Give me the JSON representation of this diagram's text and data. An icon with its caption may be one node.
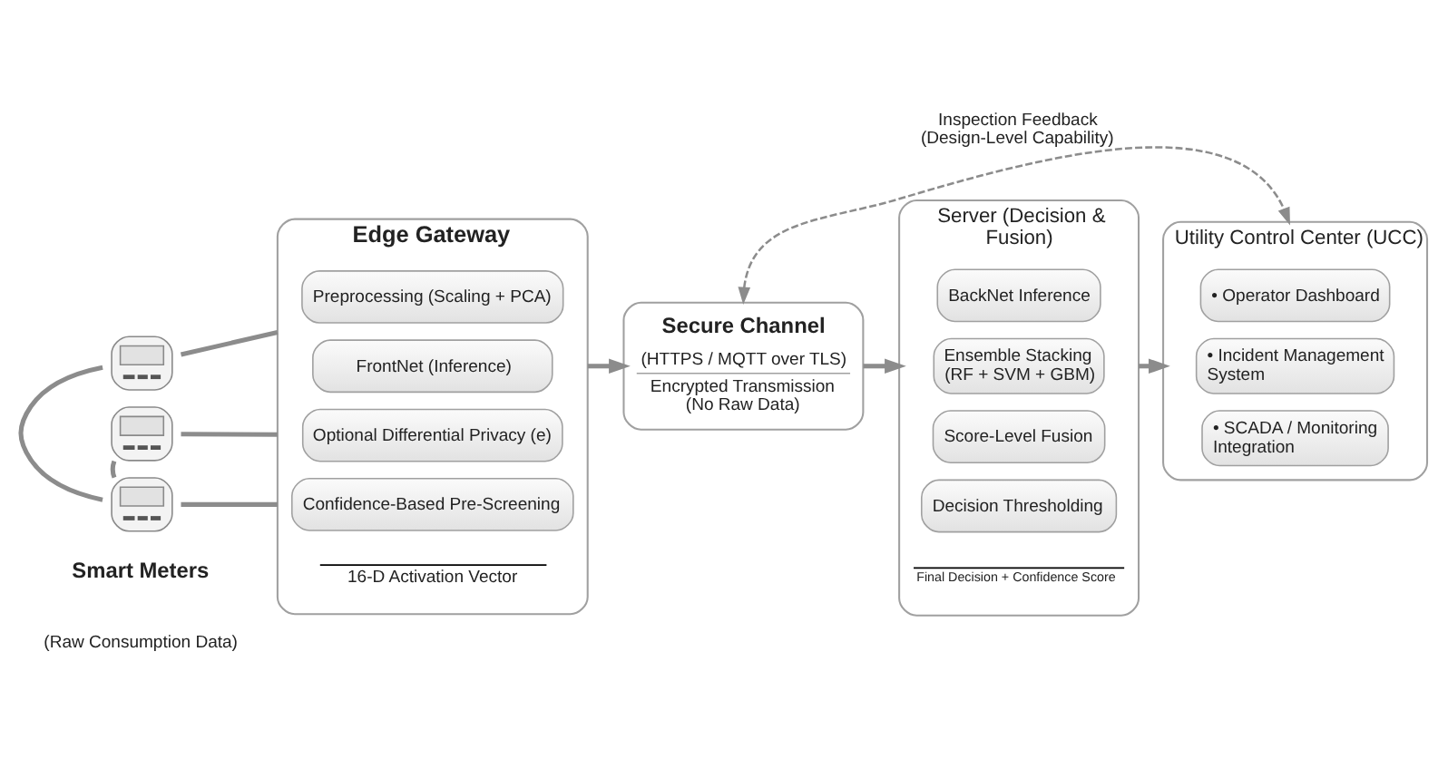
{
  "diagram": {
    "nodes": [
      {
        "text": [],
        "shape": "picture"
      },
      {
        "text": [],
        "shape": "picture"
      },
      {
        "text": [],
        "shape": "picture"
      },
      {
        "text": [
          "Edge Gateway",
          "16-D Activation Vector"
        ]
      },
      {
        "text": [
          "Preprocessing (Scaling + PCA)"
        ],
        "in": 3
      },
      {
        "text": [
          "FrontNet (Inference)"
        ],
        "in": 3
      },
      {
        "text": [
          "Optional Differential Privacy (e)"
        ],
        "in": 3
      },
      {
        "text": [
          "Confidence-Based Pre-Screening"
        ],
        "in": 3
      },
      {
        "text": [
          "Secure Channel",
          "(HTTPS / MQTT over TLS)",
          "Encrypted Transmission (No Raw Data)"
        ]
      },
      {
        "text": [
          "Server (Decision & Fusion)",
          "Final Decision + Confidence Score"
        ]
      },
      {
        "text": [
          "BackNet Inference"
        ],
        "in": 9
      },
      {
        "text": [
          "Ensemble Stacking (RF + SVM + GBM)"
        ],
        "in": 9
      },
      {
        "text": [
          "Score-Level Fusion"
        ],
        "in": 9
      },
      {
        "text": [
          "Decision Thresholding"
        ],
        "in": 9
      },
      {
        "text": [
          "Utility Control Center (UCC)"
        ]
      },
      {
        "text": [
          "• Operator Dashboard"
        ],
        "in": 14
      },
      {
        "text": [
          "• Incident Management System"
        ],
        "in": 14
      },
      {
        "text": [
          "• SCADA / Monitoring Integration"
        ],
        "in": 14
      }
    ],
    "edges": [
      {
        "from": 0,
        "to": 3,
        "arrow": "none"
      },
      {
        "from": 1,
        "to": 3,
        "arrow": "none"
      },
      {
        "from": 2,
        "to": 3,
        "arrow": "none"
      },
      {
        "from": 0,
        "to": 2,
        "arrow": "none"
      },
      {
        "from": 1,
        "to": 2,
        "arrow": "none"
      },
      {
        "from": 3,
        "to": 8,
        "arrow": "to"
      },
      {
        "from": 8,
        "to": 9,
        "arrow": "to"
      },
      {
        "from": 9,
        "to": 14,
        "arrow": "to"
      },
      {
        "from": 8,
        "to": 14,
        "arrow": "both",
        "style": "dashed",
        "label": "Inspection Feedback (Design-Level Capability)"
      }
    ],
    "labels": [
      "Smart Meters",
      "(Raw Consumption Data)"
    ]
  }
}
